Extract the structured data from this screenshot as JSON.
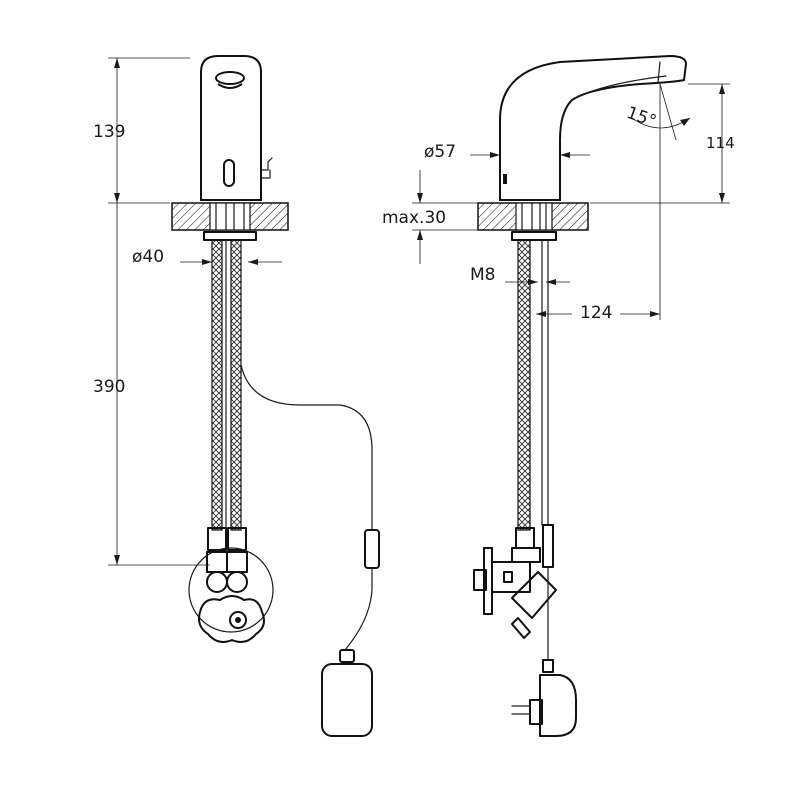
{
  "dimensions": {
    "front_height_top": "139",
    "front_pipe_diameter": "ø40",
    "front_hose_length": "390",
    "side_body_diameter": "ø57",
    "side_max_counter": "max.30",
    "side_thread": "M8",
    "side_reach": "124",
    "side_height": "114",
    "side_angle": "15°"
  }
}
